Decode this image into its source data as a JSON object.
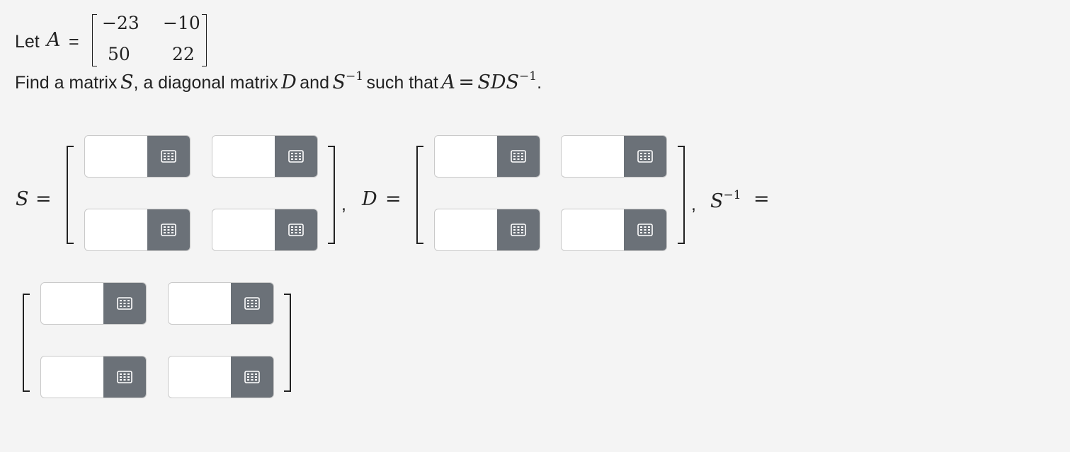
{
  "problem": {
    "let_text": "Let",
    "matrix_name": "A",
    "equals": "=",
    "matrix_A": {
      "r1c1": "−23",
      "r1c2": "−10",
      "r2c1": "50",
      "r2c2": "22"
    },
    "find_pre": "Find a matrix",
    "find_S": "S",
    "find_mid1": ", a diagonal matrix",
    "find_D": "D",
    "find_and": "and",
    "find_Sinv_base": "S",
    "find_Sinv_exp": "−1",
    "find_such": "such that",
    "eq_A": "A",
    "eq_equals": "=",
    "eq_rhs": "SDS",
    "eq_exp": "−1",
    "eq_end": "."
  },
  "answers": {
    "S_label": "S",
    "D_label": "D",
    "Sinv_label_base": "S",
    "Sinv_label_exp": "−1",
    "equals": "=",
    "comma": ",",
    "S": {
      "r1c1": "",
      "r1c2": "",
      "r2c1": "",
      "r2c2": ""
    },
    "D": {
      "r1c1": "",
      "r1c2": "",
      "r2c1": "",
      "r2c2": ""
    },
    "Sinv": {
      "r1c1": "",
      "r1c2": "",
      "r2c1": "",
      "r2c2": ""
    }
  },
  "icons": {
    "keypad_button": "keypad-grid-icon"
  },
  "colors": {
    "background": "#f4f4f4",
    "keypad_button": "#6b7178",
    "input_border": "#c9c9c9"
  }
}
